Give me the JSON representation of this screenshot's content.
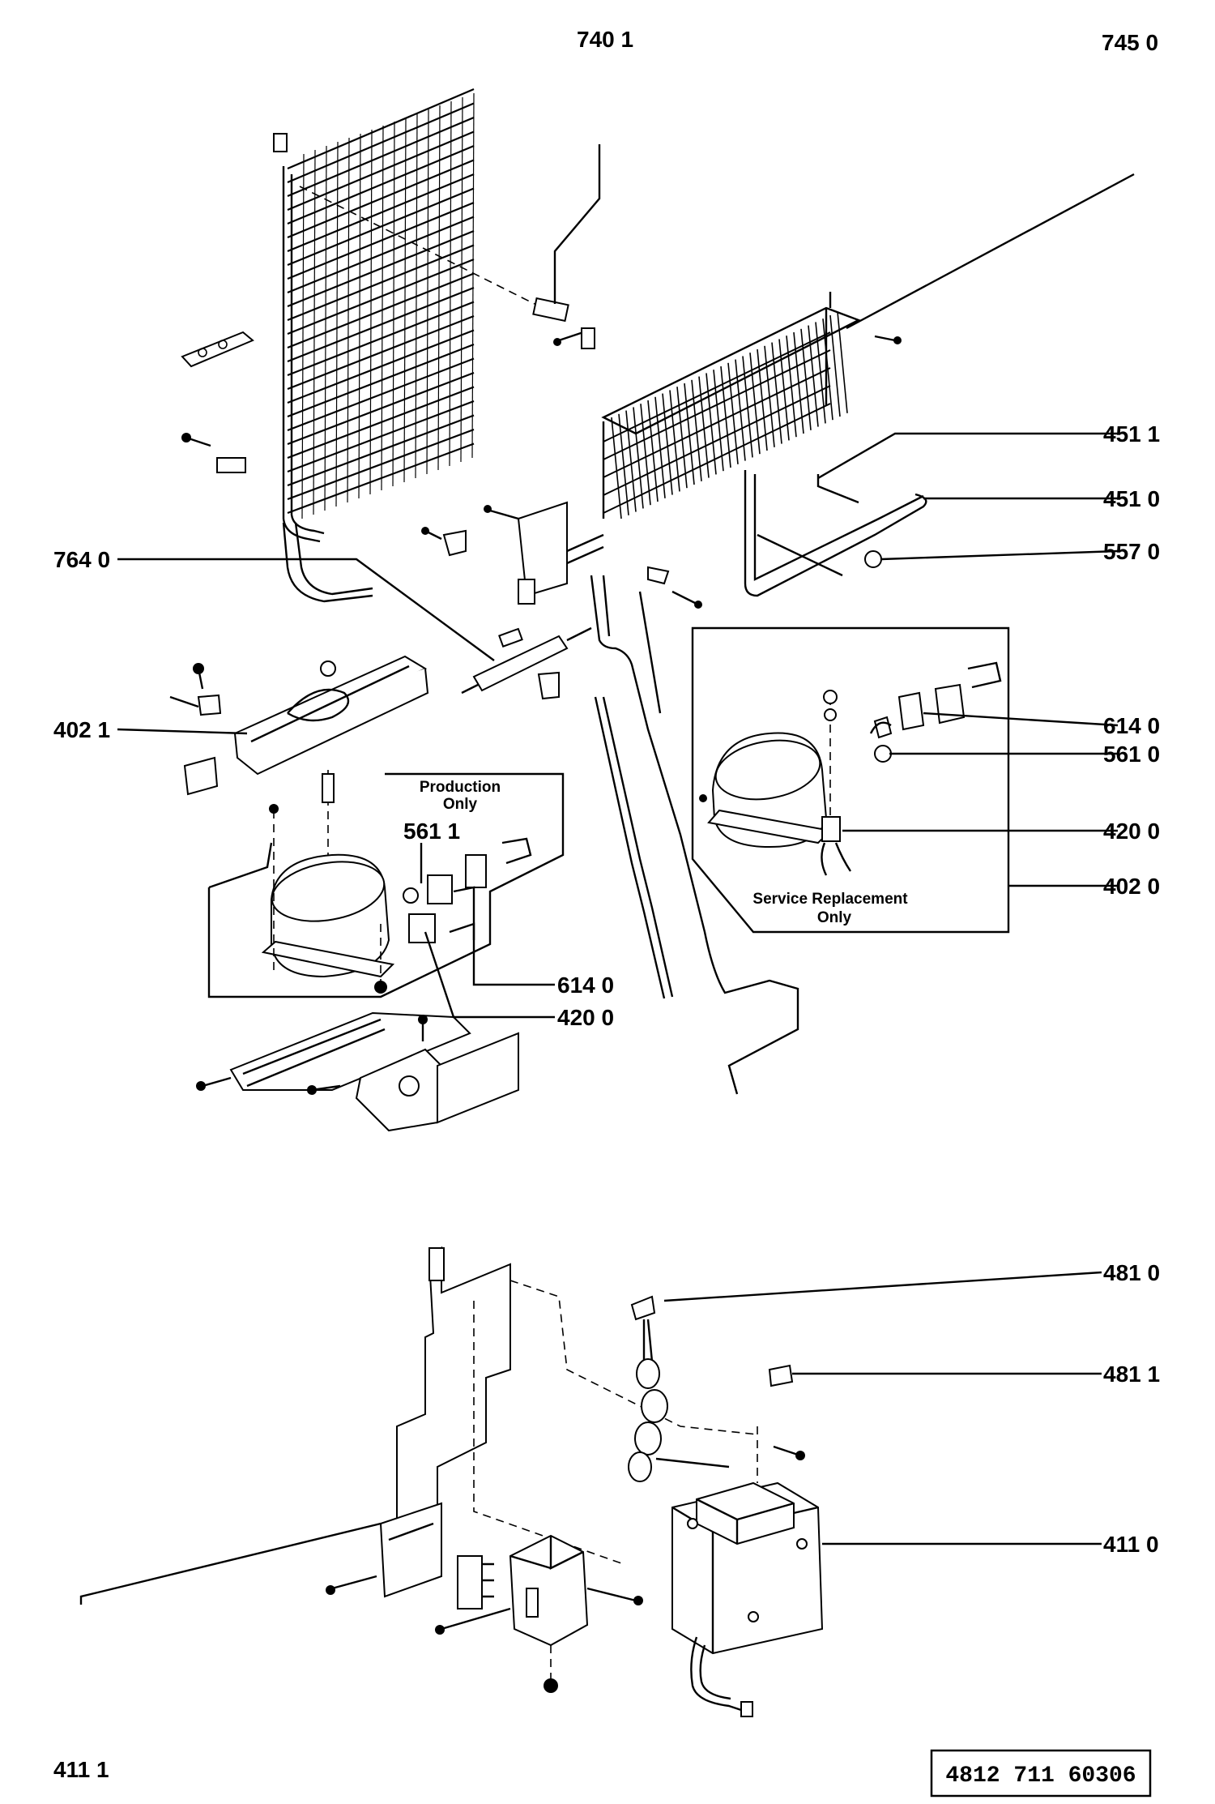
{
  "callouts": [
    {
      "id": "c7401",
      "text": "740 1"
    },
    {
      "id": "c7450",
      "text": "745 0"
    },
    {
      "id": "c4511",
      "text": "451 1"
    },
    {
      "id": "c4510",
      "text": "451 0"
    },
    {
      "id": "c5570",
      "text": "557 0"
    },
    {
      "id": "c7640",
      "text": "764 0"
    },
    {
      "id": "c4021",
      "text": "402 1"
    },
    {
      "id": "c6140a",
      "text": "614 0"
    },
    {
      "id": "c5610",
      "text": "561 0"
    },
    {
      "id": "c4200a",
      "text": "420 0"
    },
    {
      "id": "c4020",
      "text": "402 0"
    },
    {
      "id": "c5611",
      "text": "561 1"
    },
    {
      "id": "c6140b",
      "text": "614 0"
    },
    {
      "id": "c4200b",
      "text": "420 0"
    },
    {
      "id": "c4810",
      "text": "481 0"
    },
    {
      "id": "c4811",
      "text": "481 1"
    },
    {
      "id": "c4110",
      "text": "411 0"
    },
    {
      "id": "c4111",
      "text": "411 1"
    }
  ],
  "notes": {
    "production_line1": "Production",
    "production_line2": "Only",
    "service_line1": "Service Replacement",
    "service_line2": "Only"
  },
  "reference_number": "4812  711  60306"
}
